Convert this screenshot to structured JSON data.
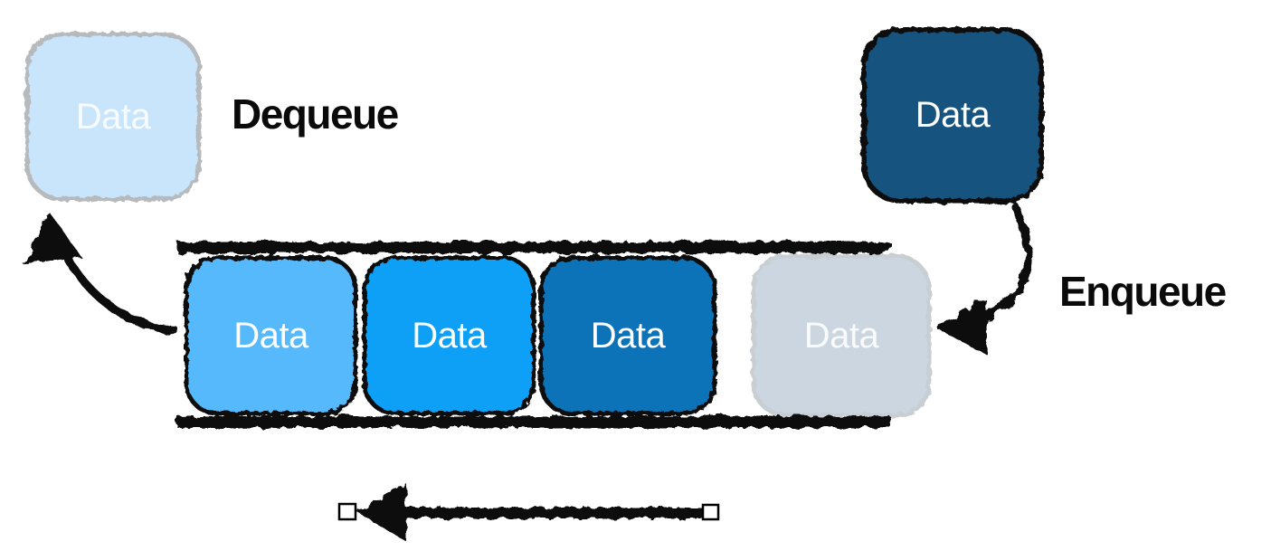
{
  "diagram": {
    "background": "#ffffff",
    "ink_color": "#0e0e0e",
    "labels": {
      "dequeue": "Dequeue",
      "enqueue": "Enqueue"
    },
    "dequeued_item": {
      "label": "Data",
      "fill": "#c8e5fc",
      "border": "#b7babd",
      "text_color": "#ffffff"
    },
    "incoming_item": {
      "label": "Data",
      "fill": "#15527f",
      "border": "#0d0d0d",
      "text_color": "#ffffff"
    },
    "queue": {
      "rail_color": "#0e0e0e",
      "items": [
        {
          "label": "Data",
          "fill": "#56b9fc",
          "border": "#0d0d0d",
          "text_color": "#ffffff"
        },
        {
          "label": "Data",
          "fill": "#0aa0f6",
          "border": "#0d0d0d",
          "text_color": "#ffffff"
        },
        {
          "label": "Data",
          "fill": "#1173b9",
          "border": "#0d0d0d",
          "text_color": "#ffffff"
        },
        {
          "label": "Data",
          "fill": "#cbd6e1",
          "border": "#c9ced3",
          "text_color": "#ffffff"
        }
      ]
    },
    "arrows": {
      "dequeue_arrow_icon": "curved-arrow-up-left-icon",
      "enqueue_arrow_icon": "curved-arrow-down-left-icon",
      "direction_arrow_icon": "left-arrow-icon",
      "arrow_color": "#0e0e0e",
      "handle_fill": "#ffffff",
      "handle_border": "#000000"
    }
  }
}
